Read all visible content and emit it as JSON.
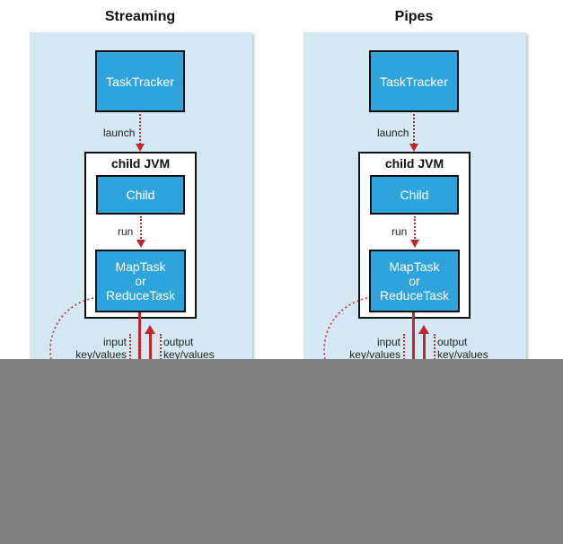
{
  "panels": {
    "streaming": {
      "title": "Streaming",
      "tasktracker": "TaskTracker",
      "launch": "launch",
      "jvm_title": "child JVM",
      "child": "Child",
      "run": "run",
      "maptask_line1": "MapTask",
      "maptask_line2": "or",
      "maptask_line3": "ReduceTask",
      "input_line1": "input",
      "input_line2": "key/values",
      "output_line1": "output",
      "output_line2": "key/values"
    },
    "pipes": {
      "title": "Pipes",
      "tasktracker": "TaskTracker",
      "launch": "launch",
      "jvm_title": "child JVM",
      "child": "Child",
      "run": "run",
      "maptask_line1": "MapTask",
      "maptask_line2": "or",
      "maptask_line3": "ReduceTask",
      "input_line1": "input",
      "input_line2": "key/values",
      "output_line1": "output",
      "output_line2": "key/values"
    }
  },
  "colors": {
    "panel_bg": "#d3e8f3",
    "box_bg": "#2ea3dc",
    "arrow": "#c0272d",
    "occluder": "#808080"
  }
}
